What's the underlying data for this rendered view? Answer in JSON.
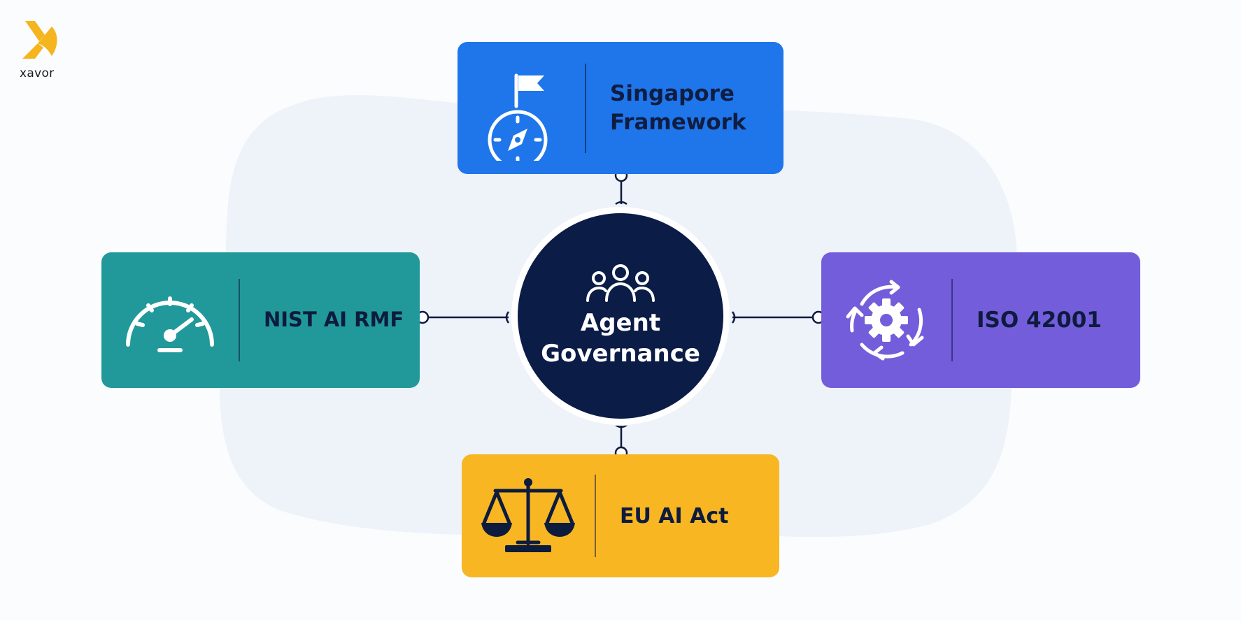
{
  "logo": {
    "text": "xavor",
    "accent_color": "#f5b51f"
  },
  "hub": {
    "line1": "Agent",
    "line2": "Governance",
    "icon": "people-group-icon",
    "color": "#0b1c47"
  },
  "nodes": {
    "singapore": {
      "line1": "Singapore",
      "line2": "Framework",
      "icon": "flag-compass-icon",
      "color": "#1f76ea"
    },
    "nist": {
      "label": "NIST AI RMF",
      "icon": "speedometer-gauge-icon",
      "color": "#21999a"
    },
    "iso": {
      "label": "ISO 42001",
      "icon": "gear-cycle-icon",
      "color": "#735ddb"
    },
    "eu": {
      "label": "EU AI Act",
      "icon": "scales-of-justice-icon",
      "color": "#f8b623"
    }
  }
}
